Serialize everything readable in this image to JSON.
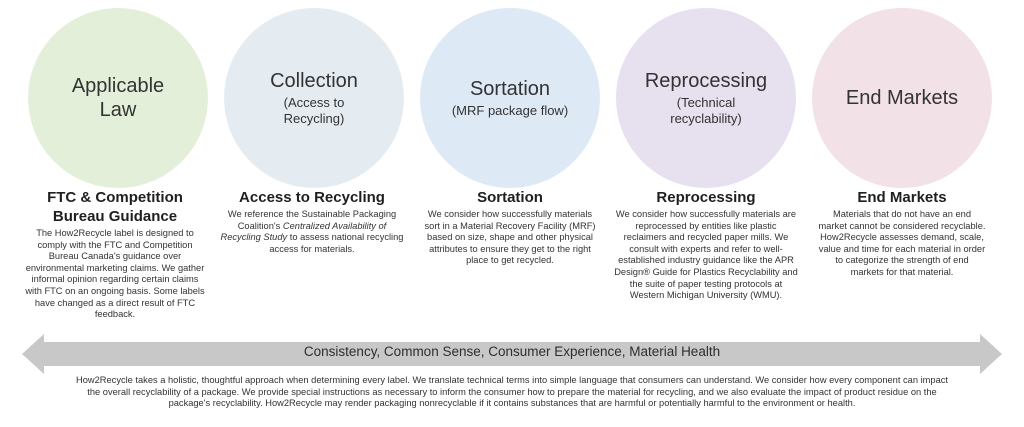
{
  "stages": [
    {
      "circle_title": "Applicable Law",
      "circle_sub": "",
      "color": "#e3efd9",
      "heading": "FTC & Competition Bureau Guidance",
      "body": "The How2Recycle label is designed to comply with the FTC and Competition Bureau Canada's guidance over environmental marketing claims. We gather informal opinion regarding certain claims with FTC on an ongoing basis. Some labels have changed as a direct result of FTC feedback."
    },
    {
      "circle_title": "Collection",
      "circle_sub": "(Access to Recycling)",
      "color": "#e4ecf2",
      "heading": "Access to Recycling",
      "body_pre": "We reference the Sustainable Packaging Coalition's ",
      "body_em": "Centralized Availability of Recycling Study",
      "body_post": " to assess national recycling access for materials."
    },
    {
      "circle_title": "Sortation",
      "circle_sub": "(MRF package flow)",
      "color": "#dde9f5",
      "heading": "Sortation",
      "body": "We consider how successfully materials sort in a Material Recovery Facility (MRF) based on size, shape and other physical attributes to ensure they get to the right place to get recycled."
    },
    {
      "circle_title": "Reprocessing",
      "circle_sub": "(Technical recyclability)",
      "color": "#e7e0ef",
      "heading": "Reprocessing",
      "body": "We consider how successfully materials are reprocessed by entities like plastic reclaimers and recycled paper mills. We consult with experts and refer to well-established industry guidance like the APR Design® Guide for Plastics Recyclability and the suite of paper testing protocols at Western Michigan University (WMU)."
    },
    {
      "circle_title": "End Markets",
      "circle_sub": "",
      "color": "#f2e1e7",
      "heading": "End Markets",
      "body": "Materials that do not have an end market cannot be considered recyclable. How2Recycle assesses demand, scale, value and time for each material in order to categorize the strength of end markets for that material."
    }
  ],
  "arrow": {
    "label": "Consistency, Common Sense, Consumer Experience, Material Health",
    "color": "#c8c8c8"
  },
  "footer": "How2Recycle takes a holistic, thoughtful approach when determining every label. We translate technical terms into simple language that consumers can understand. We consider how every component can impact the overall recyclability of a package. We provide special instructions as necessary to inform the consumer how to prepare the material for recycling, and we also evaluate the impact of product residue on the package's recyclability. How2Recycle may render packaging nonrecyclable if it contains substances that are harmful or potentially harmful to the environment or health."
}
